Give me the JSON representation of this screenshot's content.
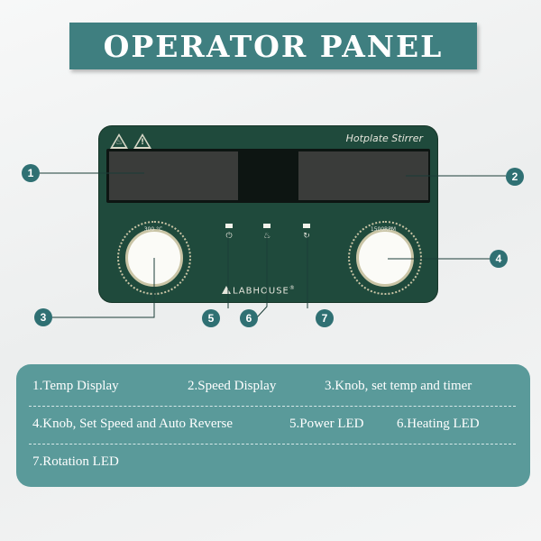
{
  "title": "OPERATOR PANEL",
  "panel": {
    "label": "Hotplate Stirrer",
    "temp_knob_label": "300 °C",
    "speed_knob_label": "1500RPM",
    "brand": "LABHOUSE",
    "brand_mark": "®",
    "leds": [
      {
        "icon": "power-icon",
        "glyph": "⏻"
      },
      {
        "icon": "heating-icon",
        "glyph": "♨"
      },
      {
        "icon": "rotation-icon",
        "glyph": "↻"
      }
    ],
    "warnings": [
      {
        "icon": "hot-surface-warning-icon",
        "glyph": "♨"
      },
      {
        "icon": "caution-warning-icon",
        "glyph": "!"
      }
    ]
  },
  "callouts": [
    "1",
    "2",
    "3",
    "4",
    "5",
    "6",
    "7"
  ],
  "legend": [
    "1.Temp Display",
    "2.Speed Display",
    "3.Knob, set temp and timer",
    "4.Knob, Set Speed and Auto Reverse",
    "5.Power LED",
    "6.Heating LED",
    "7.Rotation LED"
  ],
  "colors": {
    "banner": "#3f7f80",
    "panel": "#1f4a3c",
    "callout": "#2f7073",
    "legend_bg": "#5a9a9a"
  }
}
